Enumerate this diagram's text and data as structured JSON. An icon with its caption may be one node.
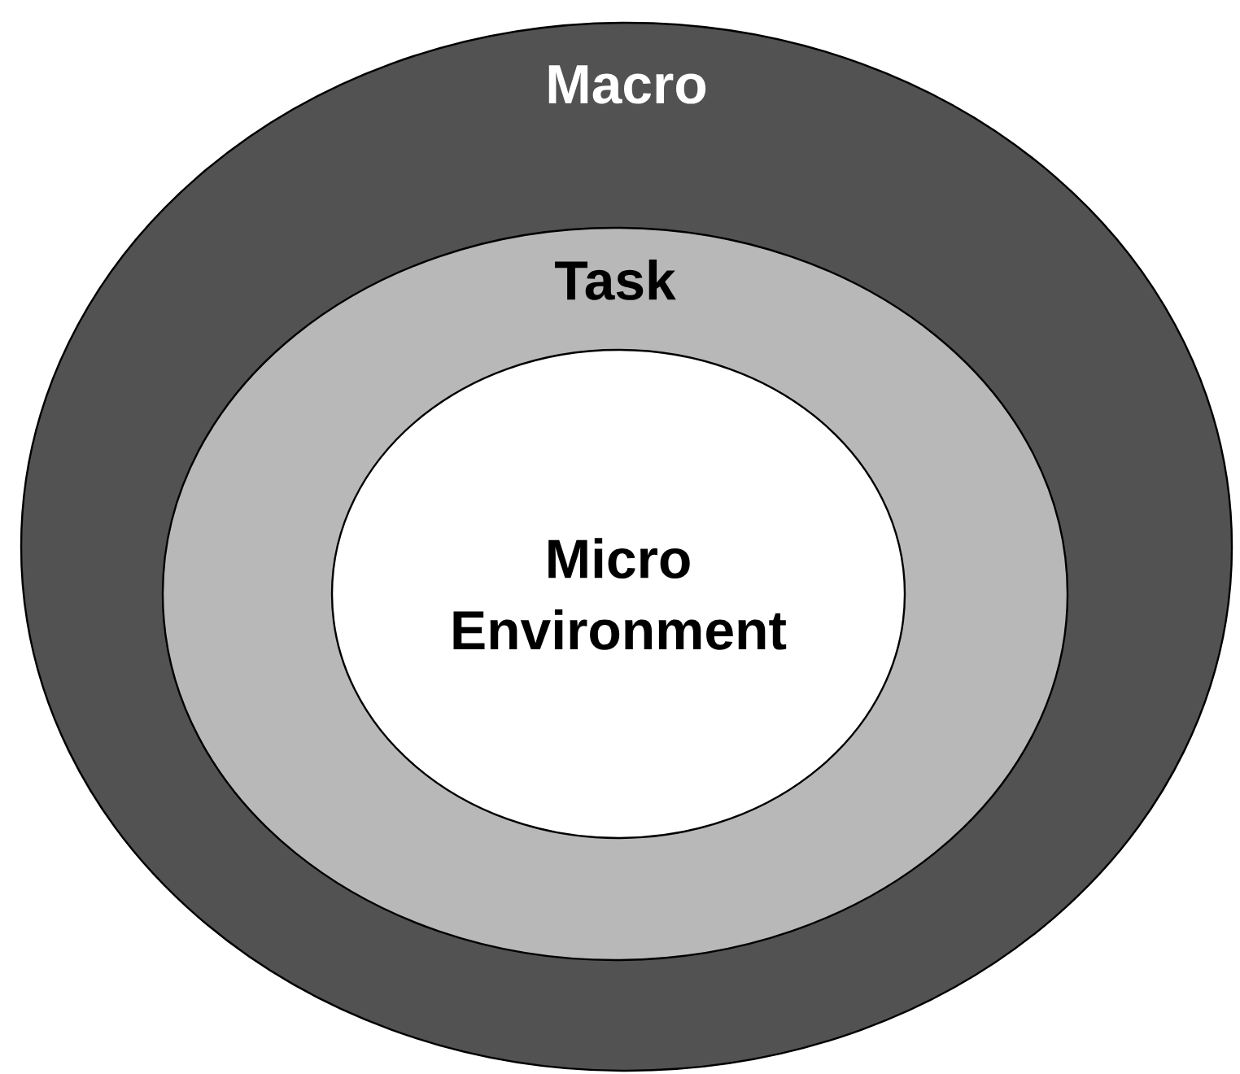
{
  "diagram": {
    "nodes": [
      {
        "text": [
          "Macro"
        ]
      },
      {
        "text": [
          "Task"
        ],
        "in": 0
      },
      {
        "text": [
          "Micro Environment"
        ],
        "in": 1
      }
    ]
  }
}
